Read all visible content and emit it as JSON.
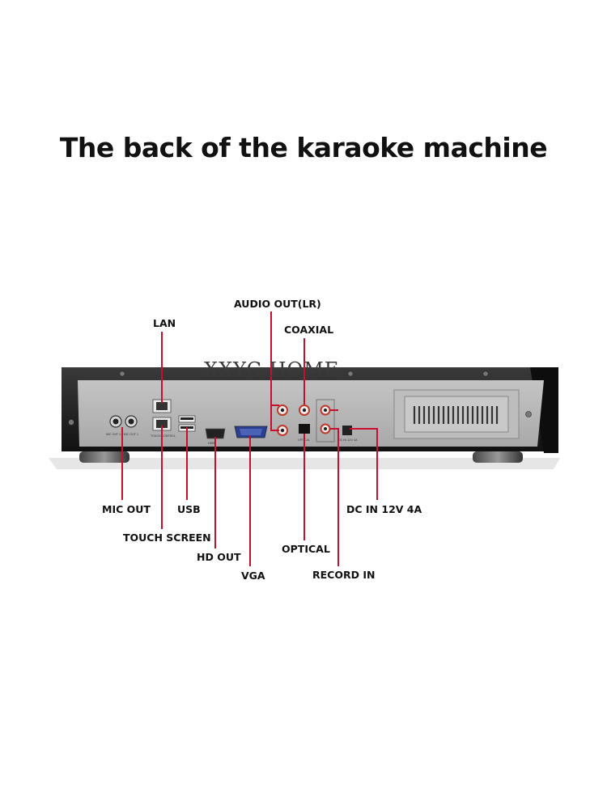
{
  "title": "The back of the karaoke machine",
  "watermark": "XXYC HOME",
  "labels": {
    "audio_out": "AUDIO OUT(LR)",
    "lan": "LAN",
    "coaxial": "COAXIAL",
    "mic_out": "MIC OUT",
    "usb": "USB",
    "dc_in": "DC IN 12V 4A",
    "touch_screen": "TOUCH SCREEN",
    "hd_out": "HD OUT",
    "optical": "OPTICAL",
    "vga": "VGA",
    "record_in": "RECORD IN"
  },
  "colors": {
    "leader_line": "#c8102e",
    "panel": "#b9b9b9",
    "chassis": "#1c1c1c"
  }
}
